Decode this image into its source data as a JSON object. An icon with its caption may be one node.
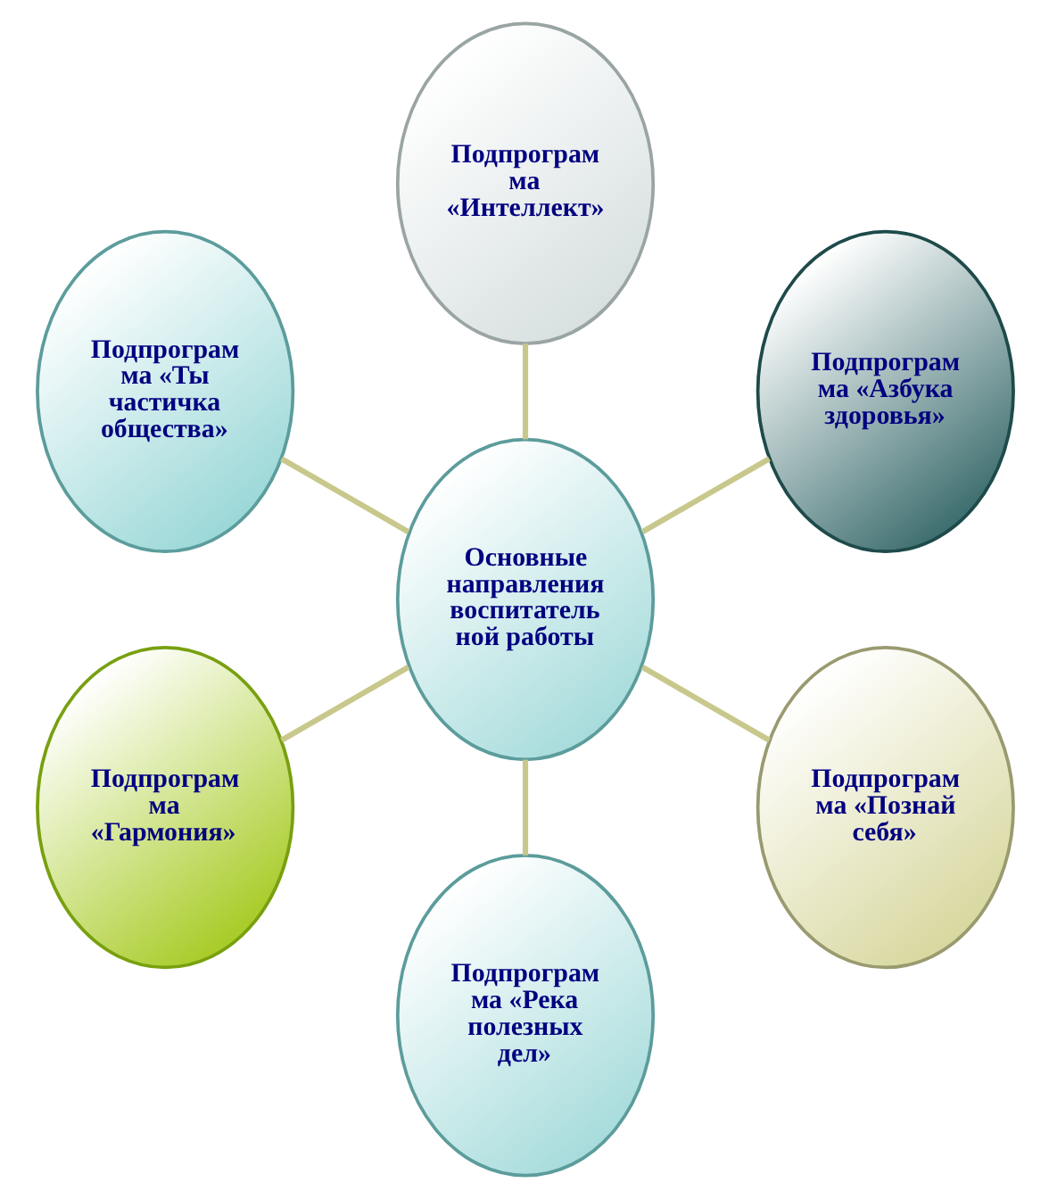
{
  "diagram": {
    "nodes": [
      {
        "text": [
          "Подпрограм ма «Интеллект»"
        ]
      },
      {
        "text": [
          "Подпрограм ма «Ты частичка общества»"
        ]
      },
      {
        "text": [
          "Подпрограм ма «Азбука здоровья»"
        ]
      },
      {
        "text": [
          "Основные направления воспитатель ной работы"
        ]
      },
      {
        "text": [
          "Подпрограм ма «Гармония»"
        ]
      },
      {
        "text": [
          "Подпрограм ма «Познай себя»"
        ]
      },
      {
        "text": [
          "Подпрограм ма «Река полезных дел»"
        ]
      }
    ],
    "edges": [
      {
        "from": 3,
        "to": 0,
        "arrow": "none"
      },
      {
        "from": 3,
        "to": 2,
        "arrow": "none"
      },
      {
        "from": 3,
        "to": 5,
        "arrow": "none"
      },
      {
        "from": 3,
        "to": 6,
        "arrow": "none"
      },
      {
        "from": 3,
        "to": 4,
        "arrow": "none"
      },
      {
        "from": 3,
        "to": 1,
        "arrow": "none"
      }
    ]
  }
}
